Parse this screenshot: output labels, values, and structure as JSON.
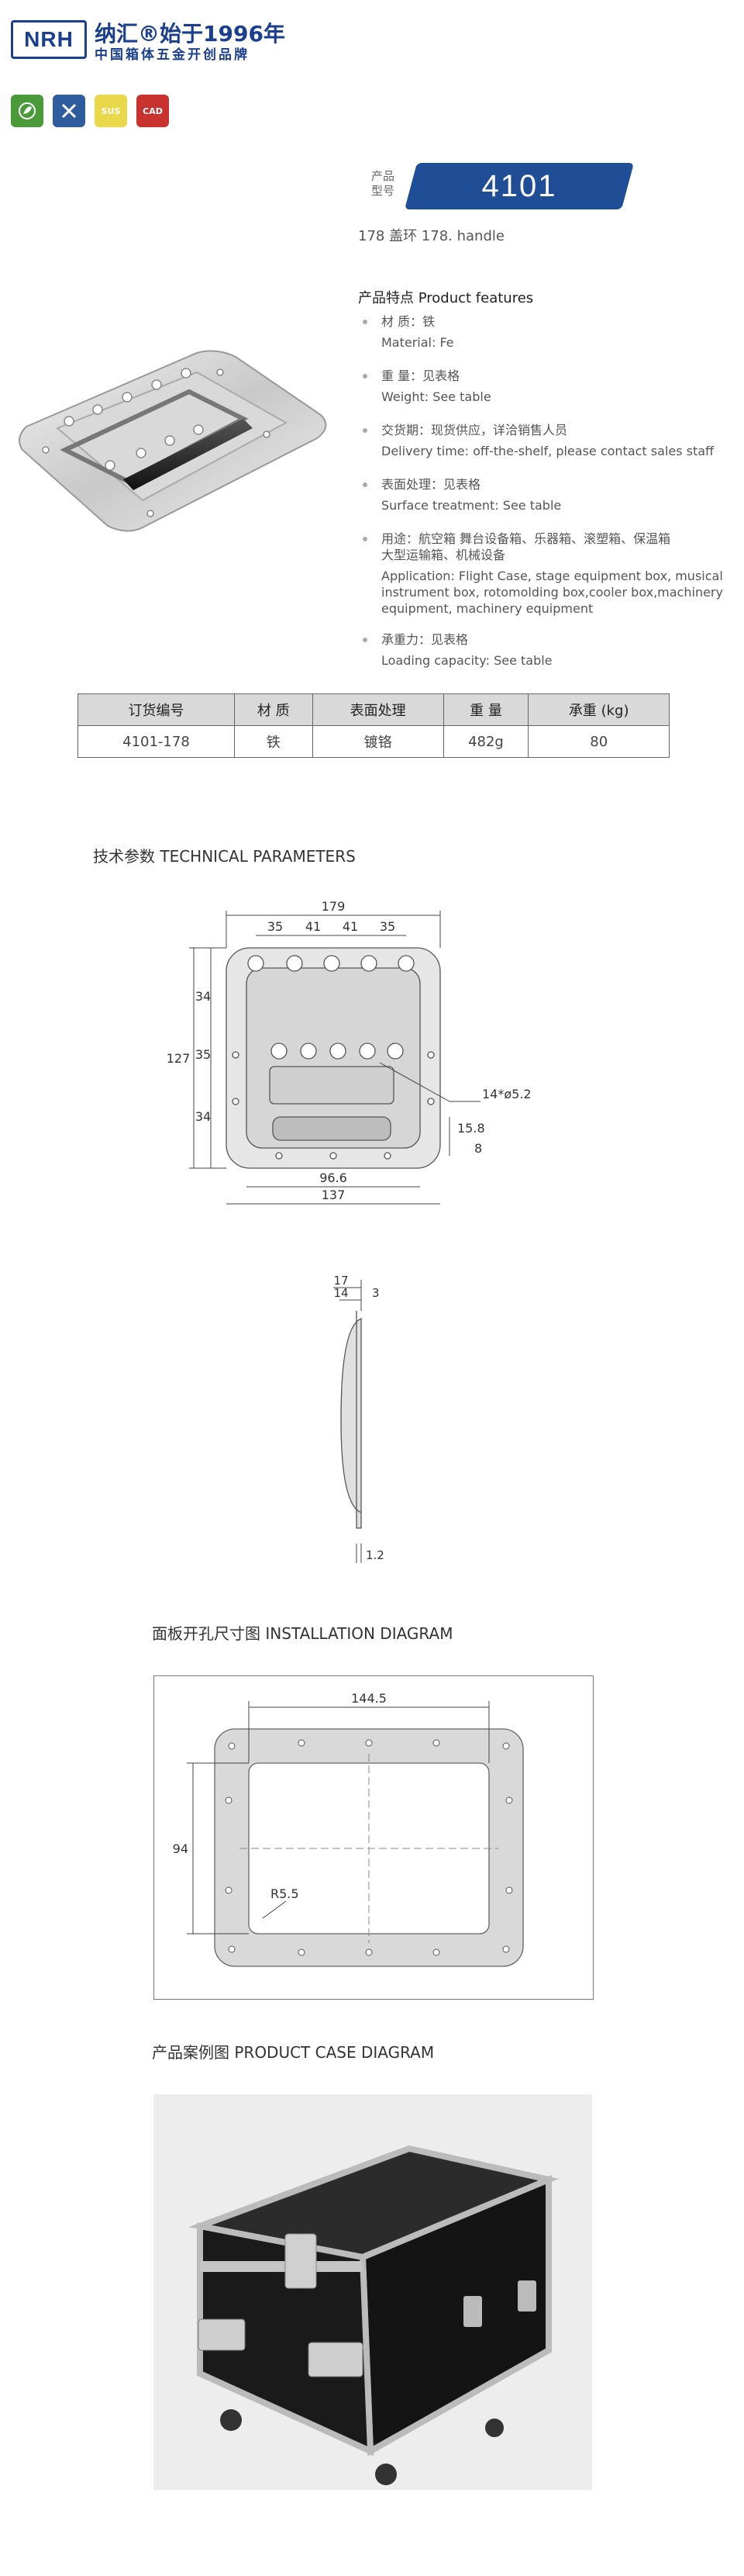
{
  "header": {
    "logo_text": "NRH",
    "brand_main": "纳汇®始于1996年",
    "brand_sub": "中国箱体五金开创品牌"
  },
  "badges": [
    {
      "icon": "eco-icon",
      "label": "",
      "color": "#4a9a3a"
    },
    {
      "icon": "tools-icon",
      "label": "",
      "color": "#2e5c9c"
    },
    {
      "icon": "sus-icon",
      "label": "SUS",
      "color": "#e9d84a"
    },
    {
      "icon": "cad-icon",
      "label": "CAD",
      "color": "#c8332f"
    }
  ],
  "product": {
    "no_label": "产品\n型号",
    "number": "4101",
    "name": "178 盖环   178. handle"
  },
  "features": {
    "title": "产品特点  Product features",
    "items": [
      {
        "cn": "材   质：铁",
        "en": "Material: Fe"
      },
      {
        "cn": "重   量：见表格",
        "en": "Weight: See table"
      },
      {
        "cn": "交货期：现货供应，详洽销售人员",
        "en": "Delivery time: off-the-shelf, please contact sales staff"
      },
      {
        "cn": "表面处理：见表格",
        "en": "Surface treatment: See table"
      },
      {
        "cn": "用途：航空箱 舞台设备箱、乐器箱、滚塑箱、保温箱\n大型运输箱、机械设备",
        "en": "Application: Flight Case, stage equipment box, musical instrument box, rotomolding box,cooler box,machinery equipment, machinery equipment"
      },
      {
        "cn": "承重力：见表格",
        "en": "Loading capacity: See table"
      }
    ]
  },
  "spec_table": {
    "headers": [
      "订货编号",
      "材    质",
      "表面处理",
      "重    量",
      "承重 (kg)"
    ],
    "rows": [
      [
        "4101-178",
        "铁",
        "镀铬",
        "482g",
        "80"
      ]
    ]
  },
  "sections": {
    "technical": "技术参数   TECHNICAL PARAMETERS",
    "installation": "面板开孔尺寸图   INSTALLATION DIAGRAM",
    "case": "产品案例图   PRODUCT CASE DIAGRAM"
  },
  "dims_front": {
    "width": "179",
    "seg1": "35",
    "seg2": "41",
    "seg3": "41",
    "seg4": "35",
    "height": "127",
    "h1": "34",
    "h2": "35",
    "h3": "34",
    "holes": "14*ø5.2",
    "h158": "15.8",
    "h8": "8",
    "inner": "96.6",
    "outer": "137"
  },
  "dims_side": {
    "d17": "17",
    "d14": "14",
    "d3": "3",
    "d12": "1.2"
  },
  "dims_install": {
    "width": "144.5",
    "height": "94",
    "radius": "R5.5"
  }
}
